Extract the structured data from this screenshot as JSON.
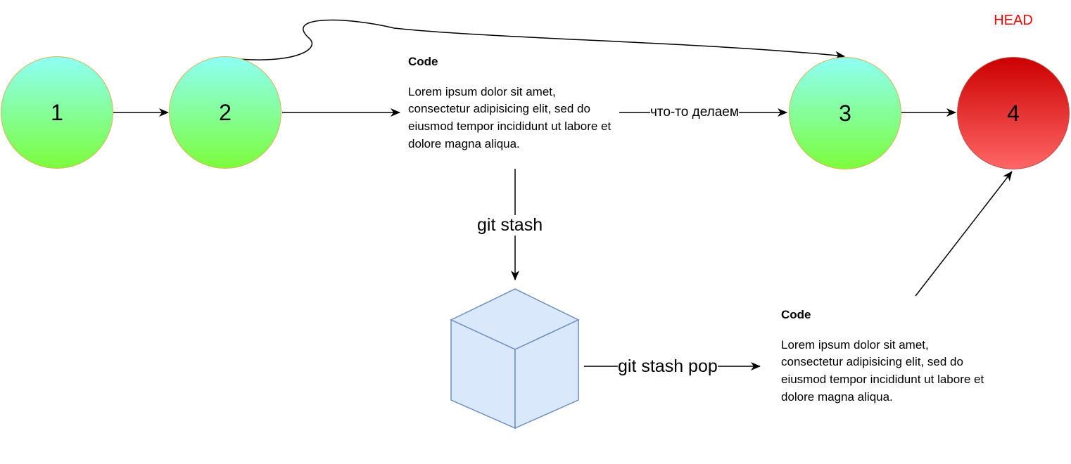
{
  "head_label": "HEAD",
  "commits": [
    {
      "label": "1",
      "color": "green"
    },
    {
      "label": "2",
      "color": "green"
    },
    {
      "label": "3",
      "color": "green"
    },
    {
      "label": "4",
      "color": "red"
    }
  ],
  "code_blocks": [
    {
      "title": "Code",
      "body": "Lorem ipsum dolor sit amet, consectetur adipisicing elit, sed do eiusmod tempor incididunt ut labore et dolore magna aliqua."
    },
    {
      "title": "Code",
      "body": "Lorem ipsum dolor sit amet, consectetur adipisicing elit, sed do eiusmod tempor incididunt ut labore et dolore magna aliqua."
    }
  ],
  "edge_labels": {
    "doing_something": "что-то делаем",
    "git_stash": "git stash",
    "git_stash_pop": "git stash pop"
  },
  "stash_icon": "cube-icon",
  "colors": {
    "green_top": "#8ffff5",
    "green_bottom": "#7cfd3c",
    "red_top": "#cc0000",
    "red_bottom": "#ff6666",
    "head": "#ff0000",
    "cube_fill": "#dae8fc",
    "cube_stroke": "#6c8ebf"
  }
}
